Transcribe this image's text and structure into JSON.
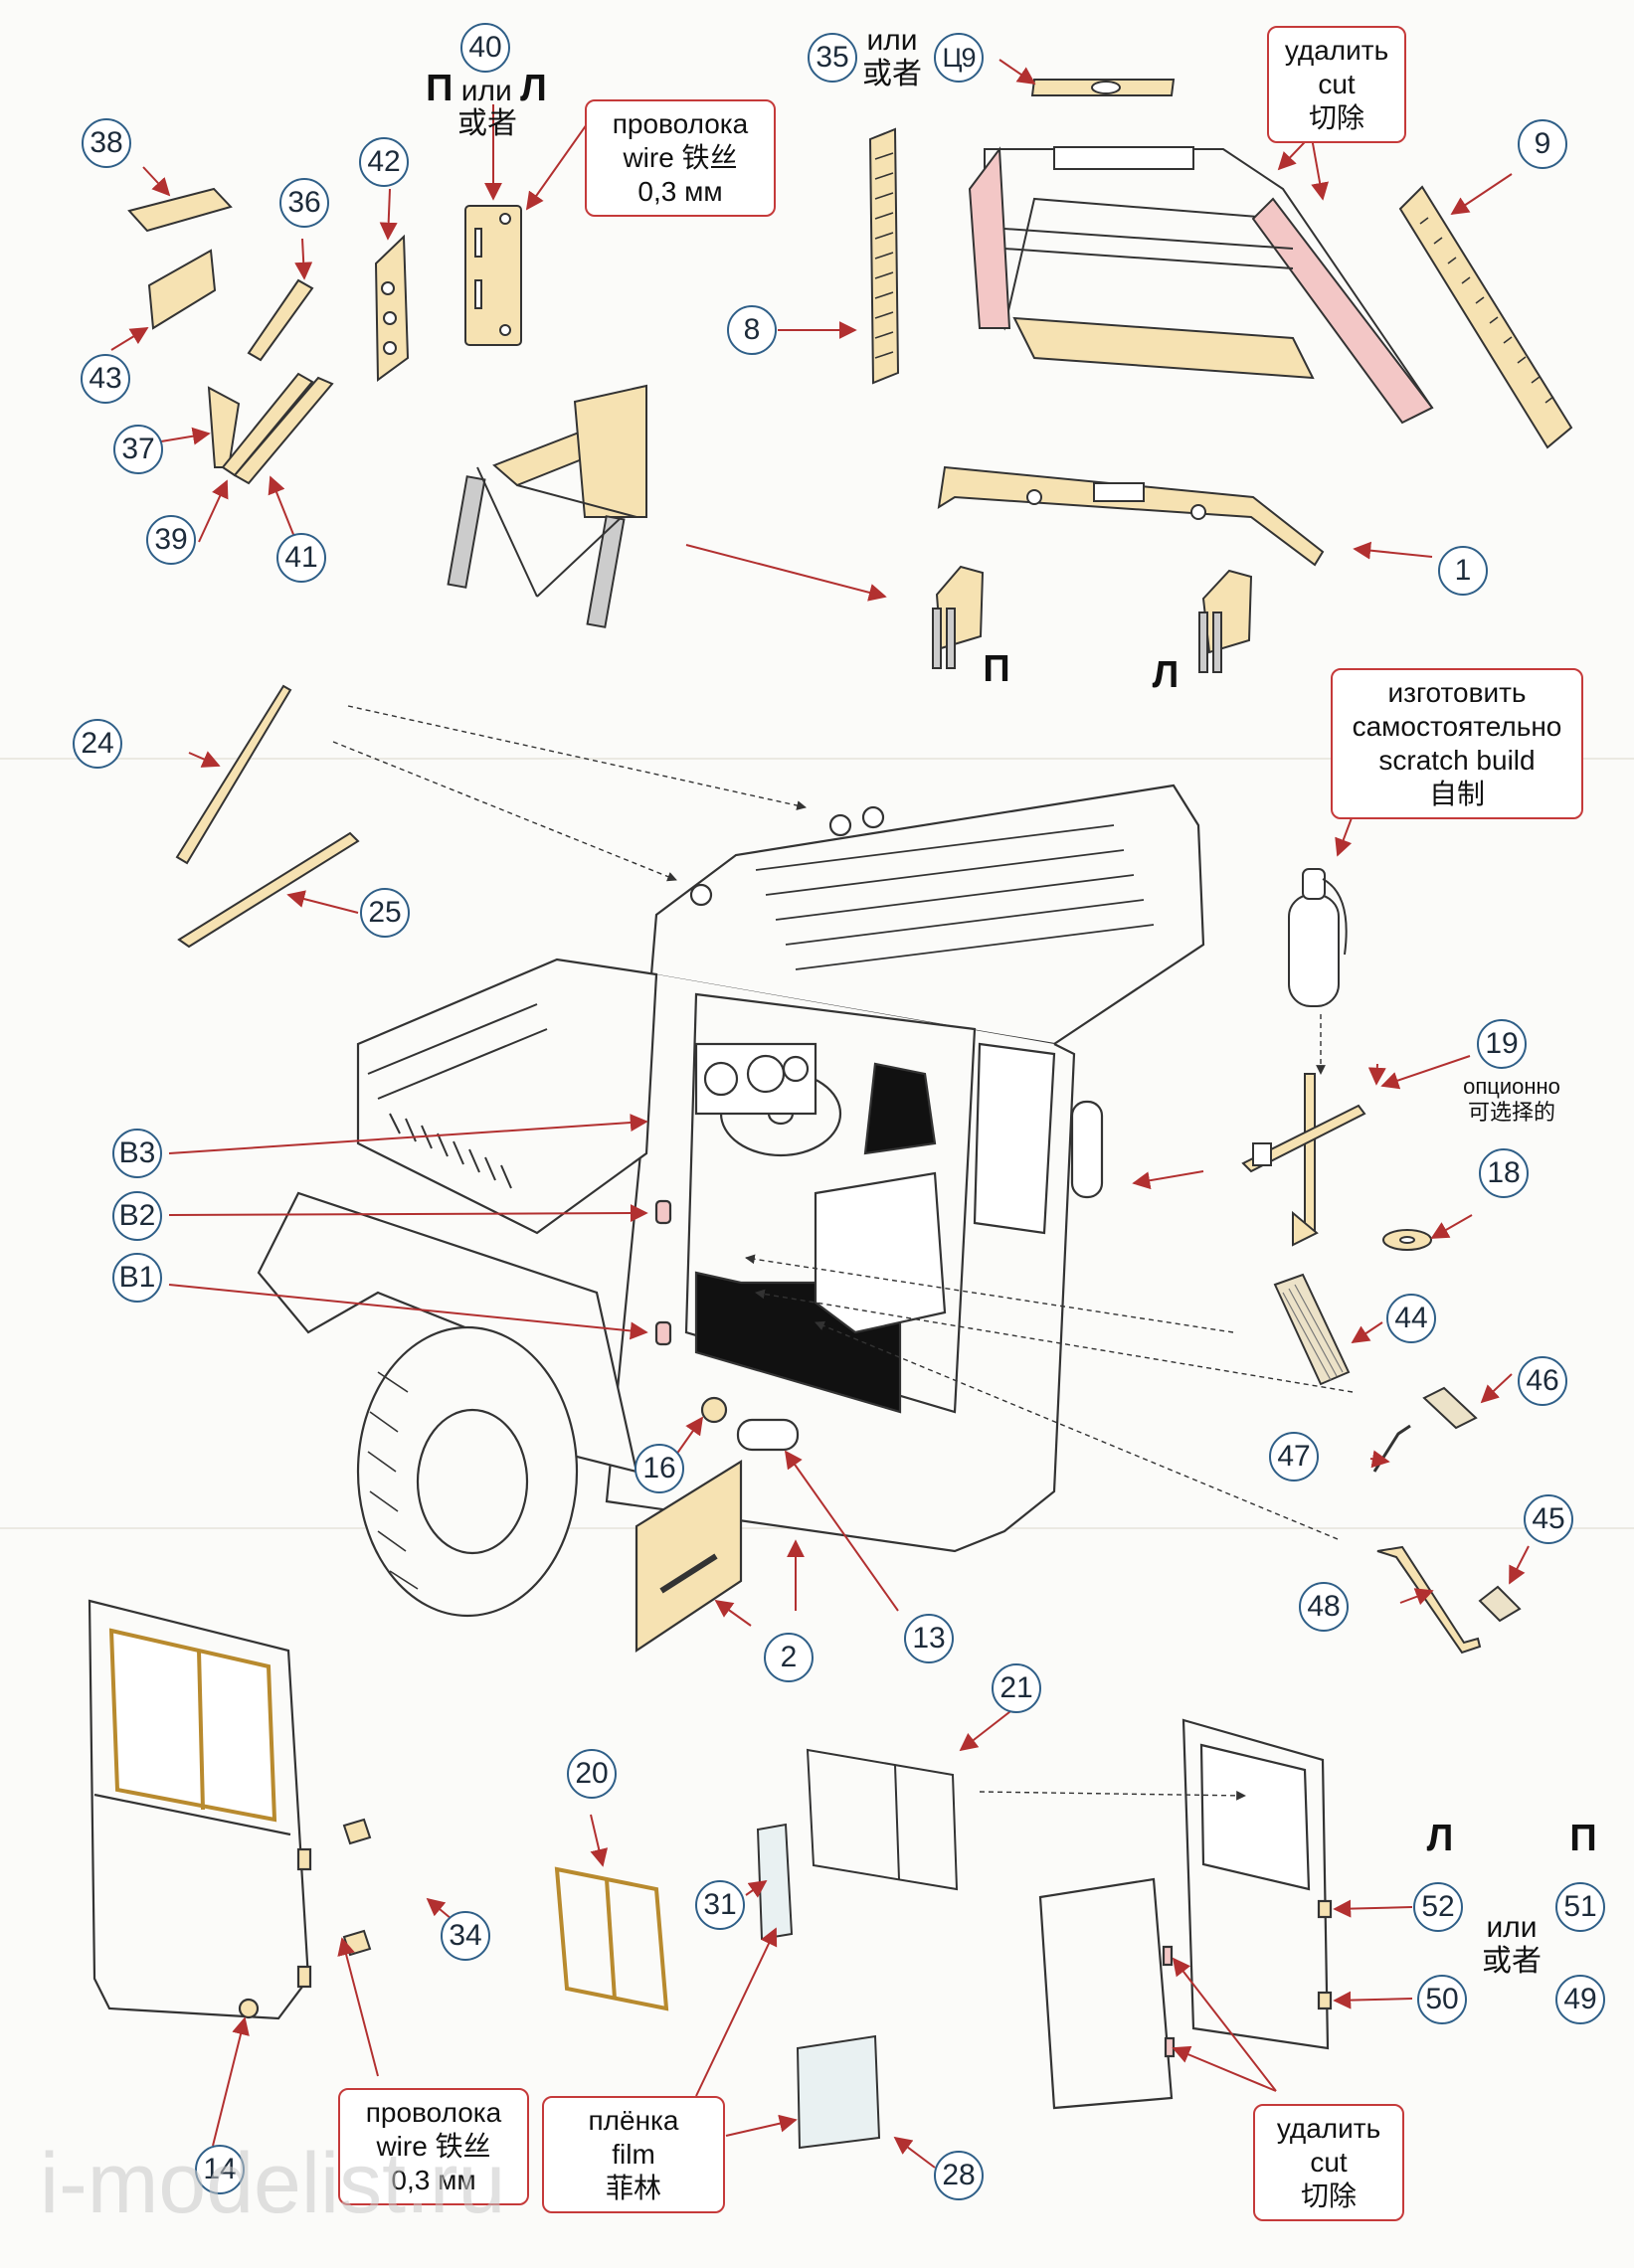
{
  "colors": {
    "ink": "#2b2b2b",
    "part_fill": "#f6e2b2",
    "cut_fill": "#f3c7c6",
    "callout_border": "#2f5f88",
    "note_border": "#c53a3a",
    "leader_line": "#b23030"
  },
  "callouts": [
    {
      "id": "p40",
      "label": "40"
    },
    {
      "id": "p38",
      "label": "38"
    },
    {
      "id": "p42",
      "label": "42"
    },
    {
      "id": "p36",
      "label": "36"
    },
    {
      "id": "p43",
      "label": "43"
    },
    {
      "id": "p37",
      "label": "37"
    },
    {
      "id": "p39",
      "label": "39"
    },
    {
      "id": "p41",
      "label": "41"
    },
    {
      "id": "p35",
      "label": "35"
    },
    {
      "id": "pC9",
      "label": "Ц9"
    },
    {
      "id": "p9",
      "label": "9"
    },
    {
      "id": "p8",
      "label": "8"
    },
    {
      "id": "p1",
      "label": "1"
    },
    {
      "id": "p24",
      "label": "24"
    },
    {
      "id": "p25",
      "label": "25"
    },
    {
      "id": "pB3",
      "label": "B3"
    },
    {
      "id": "pB2",
      "label": "B2"
    },
    {
      "id": "pB1",
      "label": "B1"
    },
    {
      "id": "p19",
      "label": "19"
    },
    {
      "id": "p18",
      "label": "18"
    },
    {
      "id": "p44",
      "label": "44"
    },
    {
      "id": "p46",
      "label": "46"
    },
    {
      "id": "p47",
      "label": "47"
    },
    {
      "id": "p45",
      "label": "45"
    },
    {
      "id": "p48",
      "label": "48"
    },
    {
      "id": "p16",
      "label": "16"
    },
    {
      "id": "p13",
      "label": "13"
    },
    {
      "id": "p2",
      "label": "2"
    },
    {
      "id": "p21",
      "label": "21"
    },
    {
      "id": "p20",
      "label": "20"
    },
    {
      "id": "p31",
      "label": "31"
    },
    {
      "id": "p34",
      "label": "34"
    },
    {
      "id": "p14",
      "label": "14"
    },
    {
      "id": "p28",
      "label": "28"
    },
    {
      "id": "p52",
      "label": "52"
    },
    {
      "id": "p51",
      "label": "51"
    },
    {
      "id": "p50",
      "label": "50"
    },
    {
      "id": "p49",
      "label": "49"
    }
  ],
  "notes": {
    "wire_top": [
      "проволока",
      "wire  铁丝",
      "0,3 мм"
    ],
    "cut_top": [
      "удалить",
      "cut",
      "切除"
    ],
    "scratch_build": [
      "изготовить",
      "самостоятельно",
      "scratch build",
      "自制"
    ],
    "wire_bottom": [
      "проволока",
      "wire  铁丝",
      "0,3 мм"
    ],
    "film": [
      "плёнка",
      "film",
      "菲林"
    ],
    "cut_bottom": [
      "удалить",
      "cut",
      "切除"
    ]
  },
  "labels": {
    "right_left_40": {
      "right": "П",
      "or": "или",
      "or_cn": "或者",
      "left": "Л"
    },
    "or_35": {
      "or": "или",
      "or_cn": "或者"
    },
    "right_assembly": "П",
    "left_assembly": "Л",
    "optional_19": {
      "ru": "опционно",
      "cn": "可选择的"
    },
    "door_left": "Л",
    "door_right": "П",
    "or_doors": {
      "or": "или",
      "or_cn": "或者"
    }
  },
  "watermark": "i-modelist.ru"
}
